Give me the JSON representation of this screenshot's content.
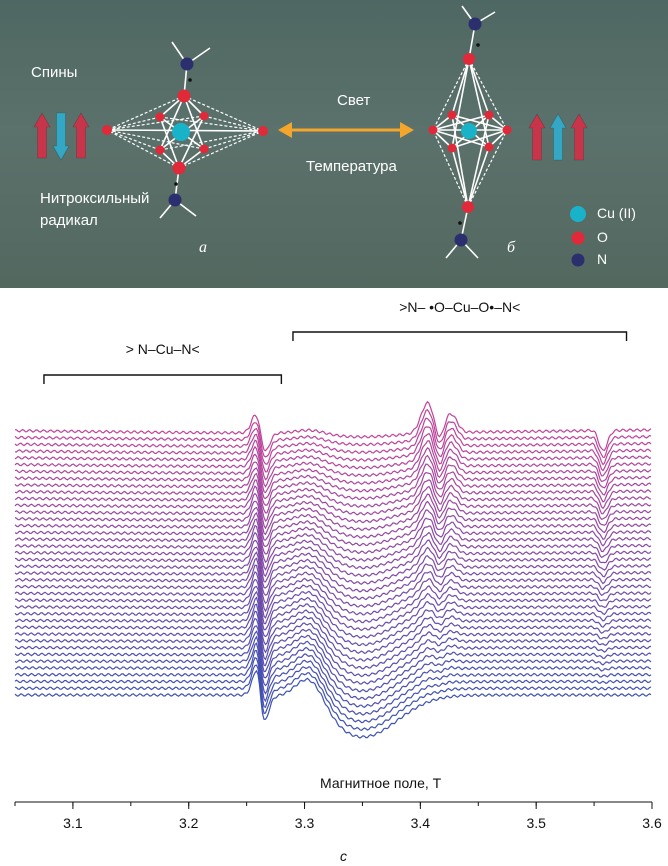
{
  "labels": {
    "spins": "Спины",
    "light": "Свет",
    "temperature": "Температура",
    "radical_line1": "Нитроксильный",
    "radical_line2": "радикал",
    "panel_a": "а",
    "panel_b": "б",
    "panel_c": "с"
  },
  "legend": [
    {
      "label": "Cu (II)",
      "color": "#19b3c9"
    },
    {
      "label": "O",
      "color": "#e02a3a"
    },
    {
      "label": "N",
      "color": "#2b2f6e"
    }
  ],
  "colors": {
    "arrow_red": "#c8354a",
    "arrow_cyan": "#33a7c3",
    "double_arrow": "#f4a52b",
    "spectra_top": "#c2449a",
    "spectra_bottom": "#3d52b3"
  },
  "chart_data": {
    "type": "line",
    "xlabel": "Магнитное поле, Т",
    "xlim": [
      3.05,
      3.6
    ],
    "xticks": [
      3.1,
      3.2,
      3.3,
      3.4,
      3.5,
      3.6
    ],
    "tick_labels": [
      "3.1",
      "3.2",
      "3.3",
      "3.4",
      "3.5",
      "3.6"
    ],
    "series_count": 40,
    "grid": false,
    "brackets": [
      {
        "label": "> N–Cu–N<",
        "x_from": 3.075,
        "x_to": 3.28
      },
      {
        "label": ">N– •O–Cu–O•–N<",
        "x_from": 3.29,
        "x_to": 3.578
      }
    ]
  }
}
